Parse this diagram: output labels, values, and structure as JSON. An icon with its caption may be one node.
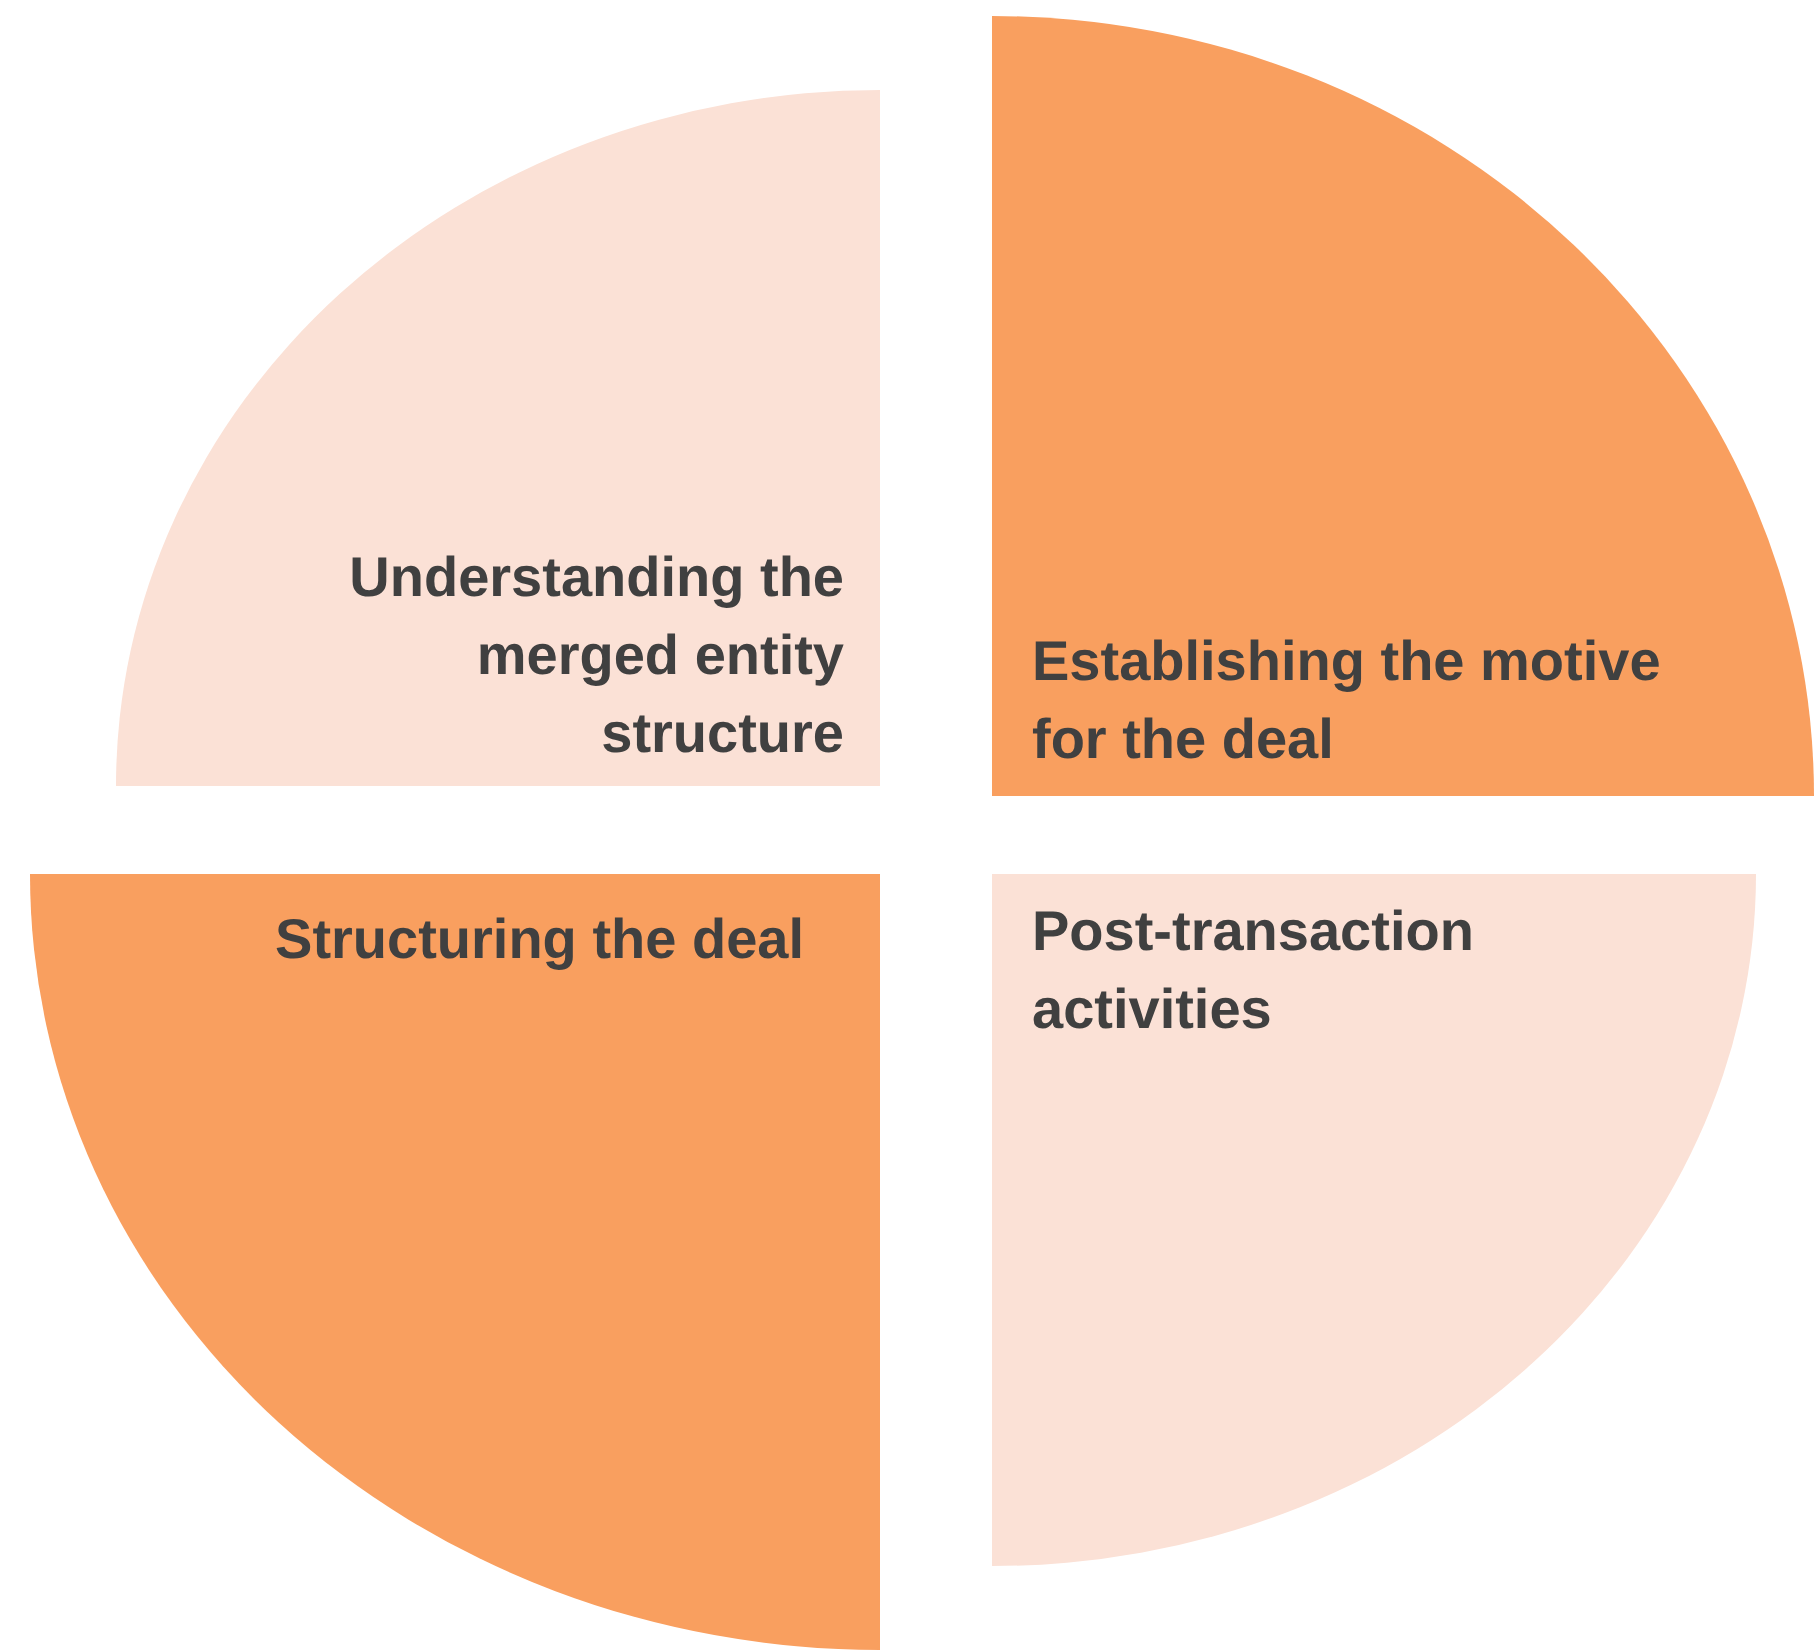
{
  "diagram": {
    "nodes": [
      {
        "text": [
          "Understanding the merged entity structure"
        ]
      },
      {
        "text": [
          "Establishing the motive for the deal"
        ]
      },
      {
        "text": [
          "Structuring the deal"
        ]
      },
      {
        "text": [
          "Post-transaction activities"
        ]
      }
    ]
  }
}
